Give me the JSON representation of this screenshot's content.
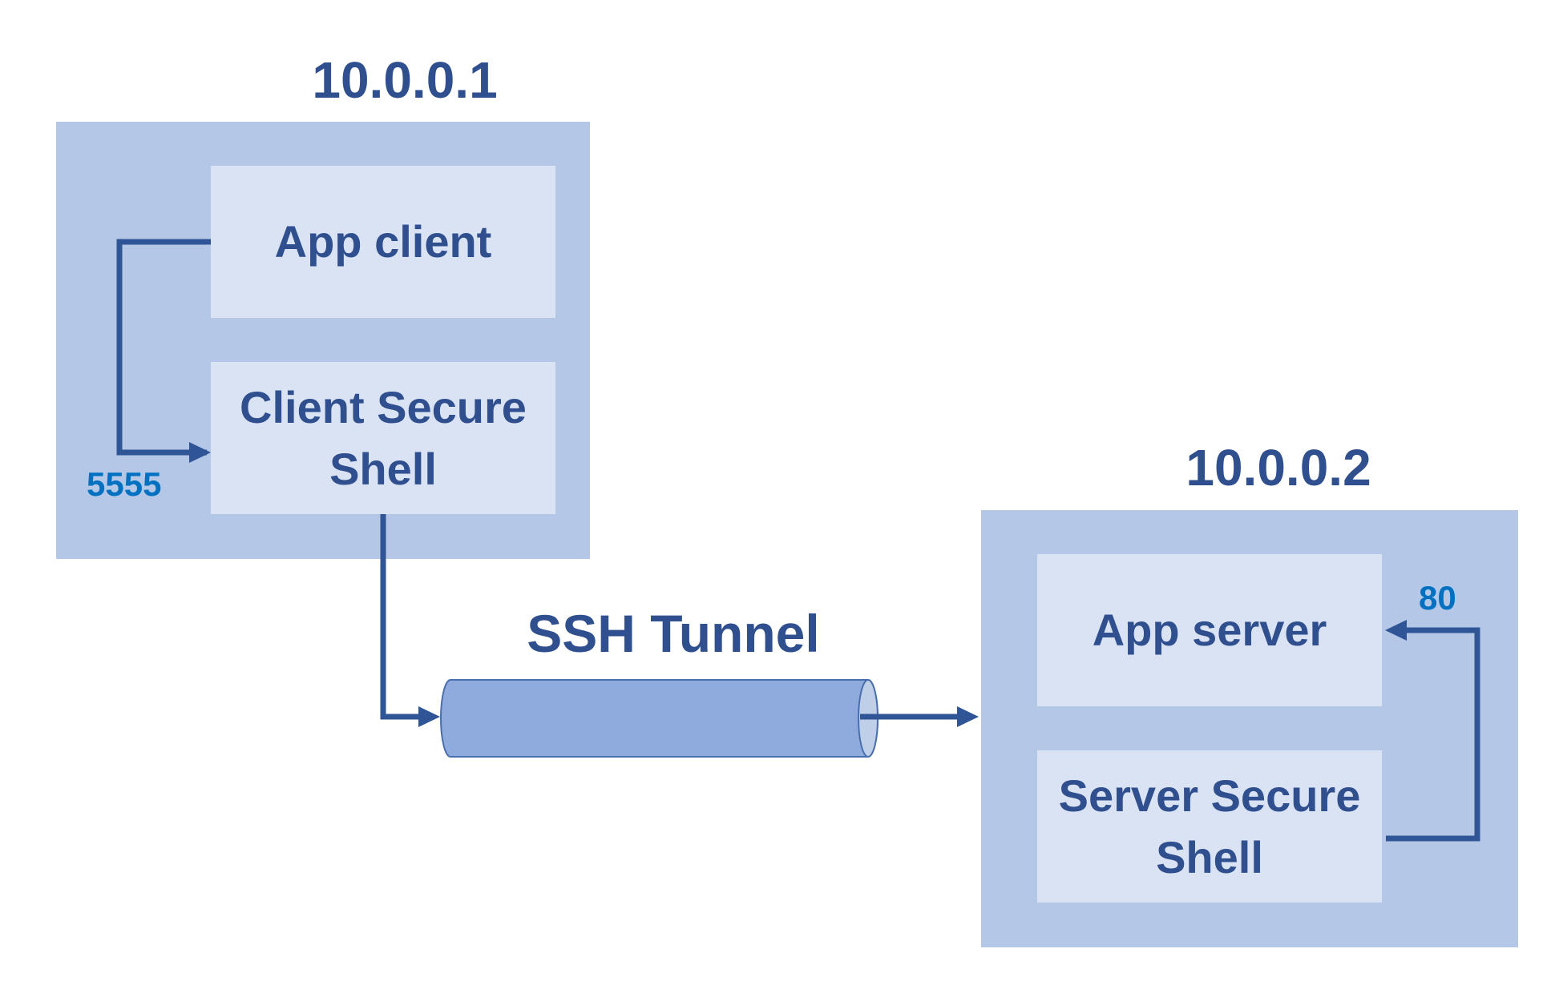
{
  "client_host": {
    "ip": "10.0.0.1",
    "app": "App client",
    "ssh_line1": "Client Secure",
    "ssh_line2": "Shell",
    "port": "5555"
  },
  "server_host": {
    "ip": "10.0.0.2",
    "app": "App server",
    "ssh_line1": "Server Secure",
    "ssh_line2": "Shell",
    "port": "80"
  },
  "tunnel": {
    "label": "SSH Tunnel"
  },
  "colors": {
    "host_fill": "#b4c7e7",
    "node_fill": "#dae3f3",
    "text": "#2f4f8f",
    "port_text": "#0070c0",
    "connector": "#2f5597",
    "tunnel_fill": "#8faadc"
  }
}
